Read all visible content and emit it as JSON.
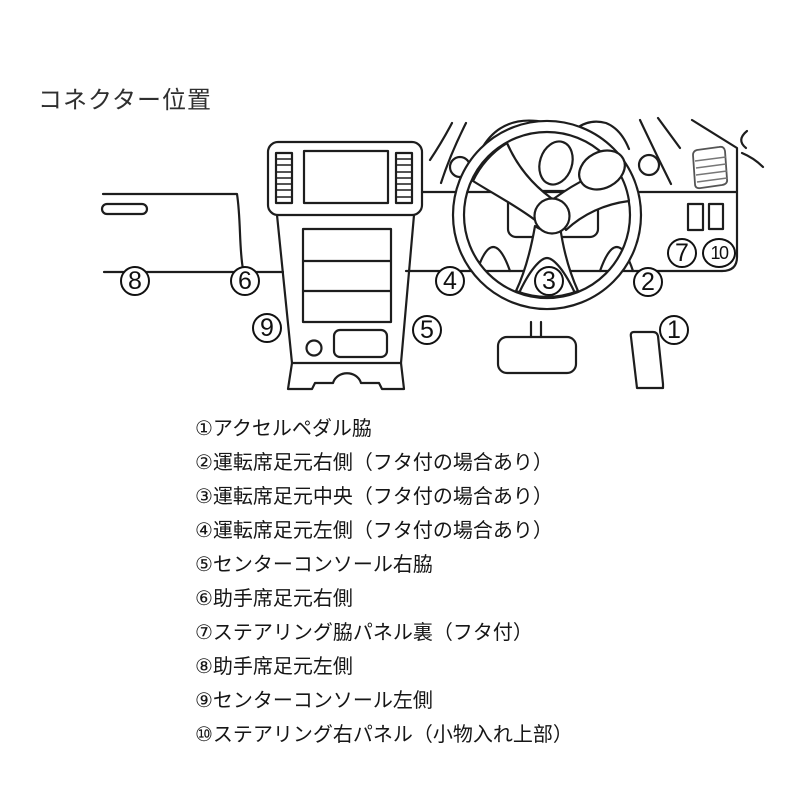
{
  "title": "コネクター位置",
  "colors": {
    "line": "#1d1d1d",
    "vent_outline": "#555555",
    "vent_slats": "#777777"
  },
  "diagram": {
    "markers": [
      {
        "num": "1"
      },
      {
        "num": "2"
      },
      {
        "num": "3"
      },
      {
        "num": "4"
      },
      {
        "num": "5"
      },
      {
        "num": "6"
      },
      {
        "num": "7"
      },
      {
        "num": "8"
      },
      {
        "num": "9"
      },
      {
        "num": "10"
      }
    ]
  },
  "legend": {
    "items": [
      "①アクセルペダル脇",
      "②運転席足元右側（フタ付の場合あり）",
      "③運転席足元中央（フタ付の場合あり）",
      "④運転席足元左側（フタ付の場合あり）",
      "⑤センターコンソール右脇",
      "⑥助手席足元右側",
      "⑦ステアリング脇パネル裏（フタ付）",
      "⑧助手席足元左側",
      "⑨センターコンソール左側",
      "⑩ステアリング右パネル（小物入れ上部）"
    ]
  }
}
